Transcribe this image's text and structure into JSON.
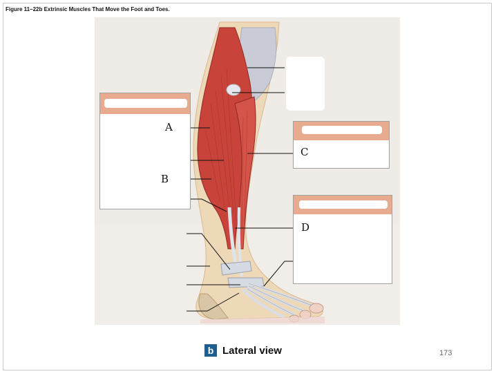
{
  "figure": {
    "title": "Figure 11–22b Extrinsic Muscles That Move the Foot and Toes."
  },
  "labels": {
    "a": "A",
    "b": "B",
    "c": "C",
    "d": "D"
  },
  "caption": {
    "badge": "b",
    "text": "Lateral view"
  },
  "page_number": "173",
  "colors": {
    "header_fill": "#e8ab8f",
    "muscle_red": "#c8433a",
    "tendon": "#dfe3ea",
    "badge": "#1f5e8c"
  }
}
